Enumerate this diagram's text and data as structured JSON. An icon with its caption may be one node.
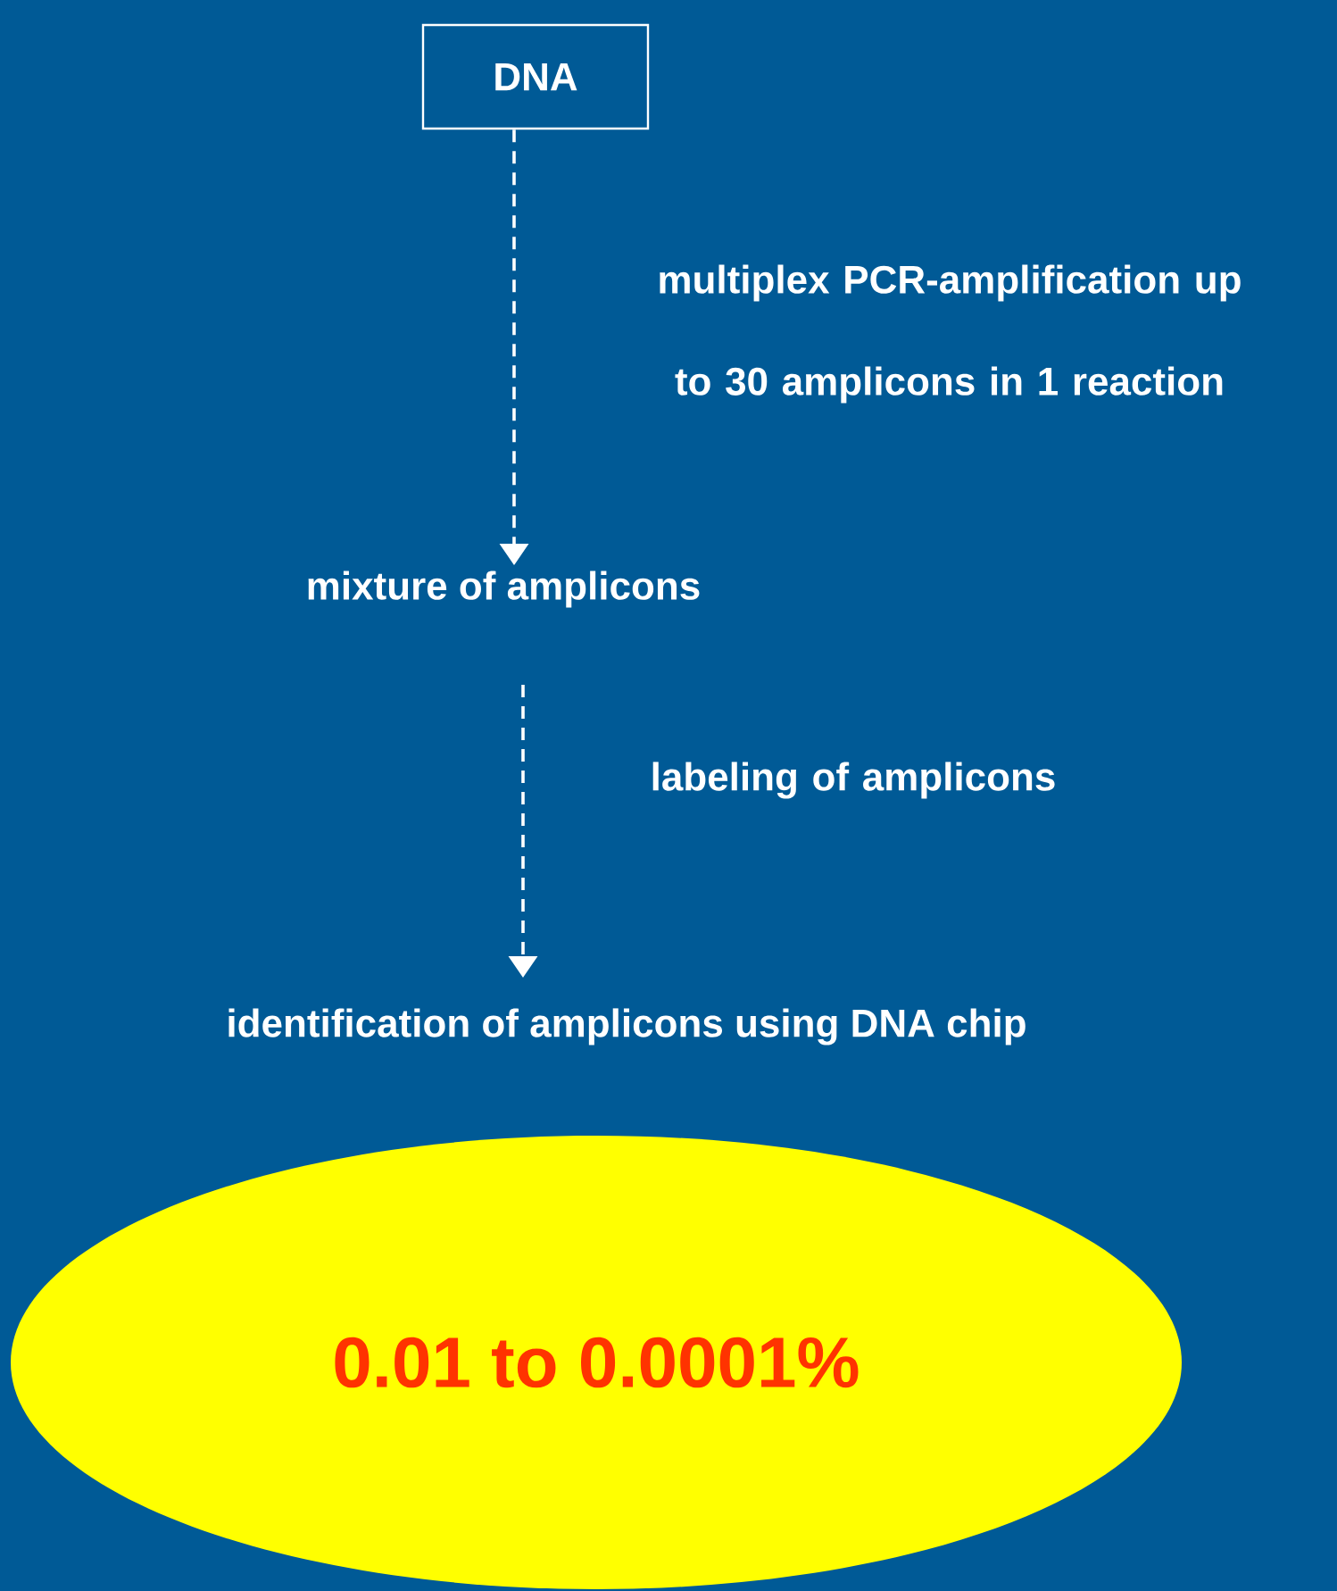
{
  "diagram": {
    "nodes": [
      {
        "text": [
          "DNA"
        ]
      },
      {
        "text": [
          "mixture of amplicons"
        ]
      },
      {
        "text": [
          "identification of amplicons using DNA chip"
        ]
      },
      {
        "text": [
          "0.01 to 0.0001%"
        ]
      }
    ],
    "edges": [
      {
        "from": 0,
        "to": 1,
        "arrow": "to",
        "style": "dashed",
        "label": "multiplex PCR-amplification up to 30 amplicons in 1 reaction"
      },
      {
        "from": 1,
        "to": 2,
        "arrow": "to",
        "style": "dashed",
        "label": "labeling of amplicons"
      }
    ]
  }
}
